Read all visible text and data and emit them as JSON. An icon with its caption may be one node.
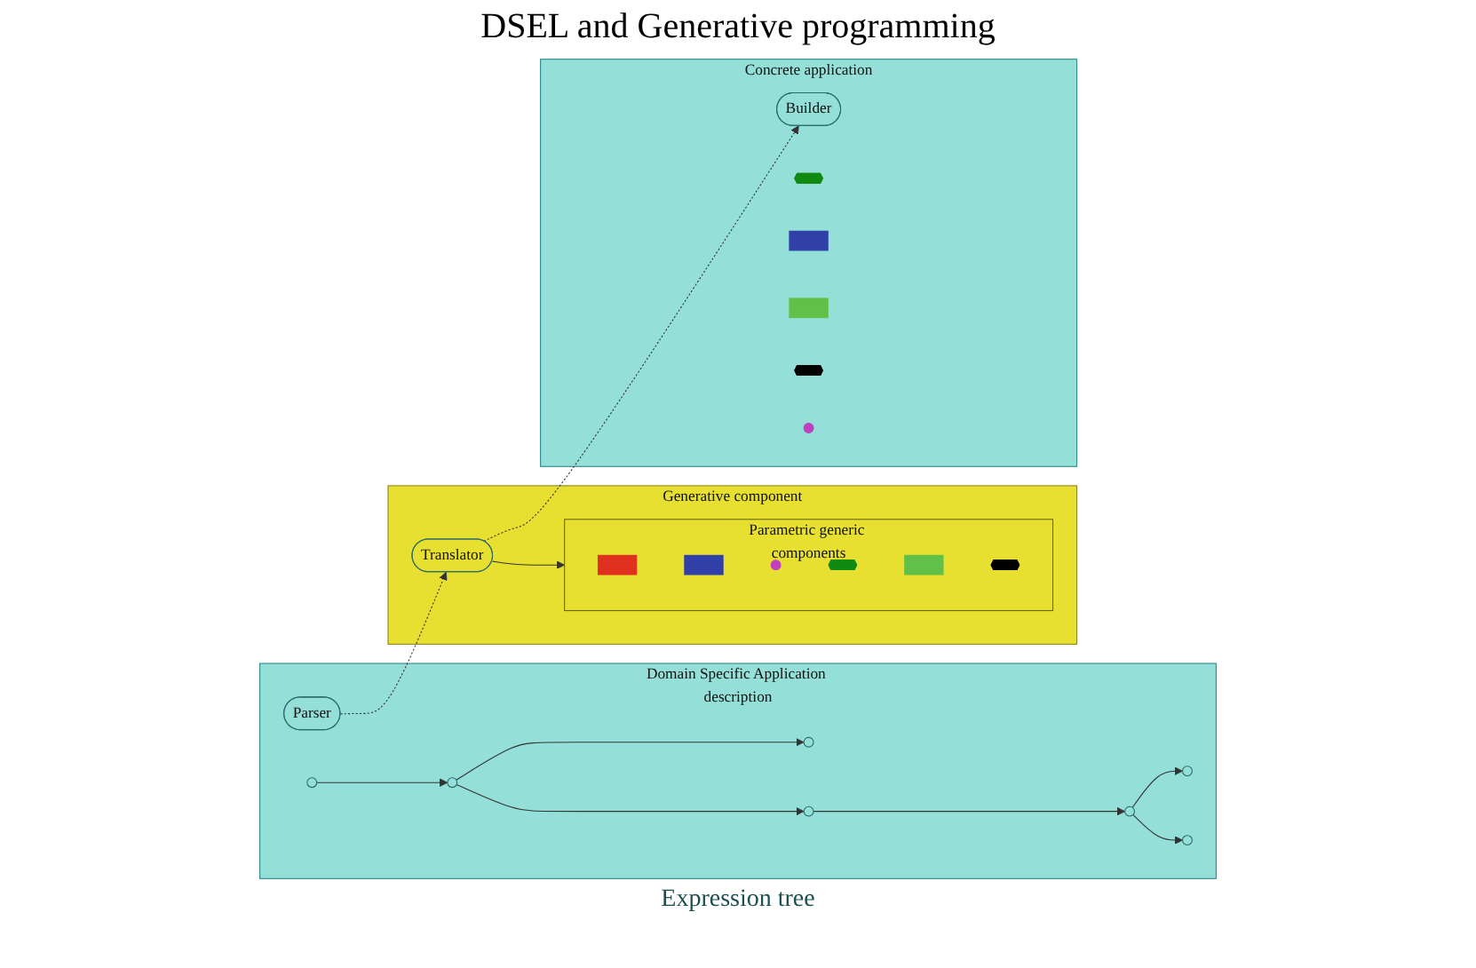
{
  "diagram": {
    "title": "DSEL and Generative programming",
    "nodes": [
      {
        "text": [
          "Domain Specific Application description"
        ]
      },
      {
        "text": [
          "Parser"
        ],
        "in": 0
      },
      {
        "text": [],
        "shape": "circle",
        "in": 0
      },
      {
        "text": [],
        "shape": "circle",
        "in": 0
      },
      {
        "text": [],
        "shape": "circle",
        "in": 0
      },
      {
        "text": [],
        "shape": "circle",
        "in": 0
      },
      {
        "text": [],
        "shape": "circle",
        "in": 0
      },
      {
        "text": [],
        "shape": "circle",
        "in": 0
      },
      {
        "text": [],
        "shape": "circle",
        "in": 0
      },
      {
        "text": [
          "Generative component"
        ]
      },
      {
        "text": [
          "Translator"
        ],
        "in": 9
      },
      {
        "text": [
          "Parametric generic components"
        ],
        "in": 9
      },
      {
        "text": [],
        "shape": "box",
        "in": 11
      },
      {
        "text": [],
        "shape": "box",
        "in": 11
      },
      {
        "text": [],
        "shape": "circle",
        "in": 11
      },
      {
        "text": [],
        "shape": "hexagon",
        "in": 11
      },
      {
        "text": [],
        "shape": "cross",
        "in": 11
      },
      {
        "text": [],
        "shape": "hexagon",
        "in": 11
      },
      {
        "text": [
          "Concrete application"
        ]
      },
      {
        "text": [
          "Builder"
        ],
        "in": 18
      },
      {
        "text": [],
        "shape": "hexagon",
        "in": 18
      },
      {
        "text": [],
        "shape": "box",
        "in": 18
      },
      {
        "text": [],
        "shape": "cross",
        "in": 18
      },
      {
        "text": [],
        "shape": "hexagon",
        "in": 18
      },
      {
        "text": [],
        "shape": "circle",
        "in": 18
      }
    ],
    "edges": [
      {
        "from": 1,
        "to": 10,
        "arrow": "to",
        "style": "dashed"
      },
      {
        "from": 10,
        "to": 19,
        "arrow": "to",
        "style": "dashed"
      },
      {
        "from": 10,
        "to": 11,
        "arrow": "to"
      },
      {
        "from": 2,
        "to": 3,
        "arrow": "to"
      },
      {
        "from": 3,
        "to": 4,
        "arrow": "to"
      },
      {
        "from": 3,
        "to": 5,
        "arrow": "to"
      },
      {
        "from": 5,
        "to": 6,
        "arrow": "to"
      },
      {
        "from": 6,
        "to": 7,
        "arrow": "to"
      },
      {
        "from": 6,
        "to": 8,
        "arrow": "to"
      }
    ],
    "labels": [
      "Expression tree"
    ]
  }
}
